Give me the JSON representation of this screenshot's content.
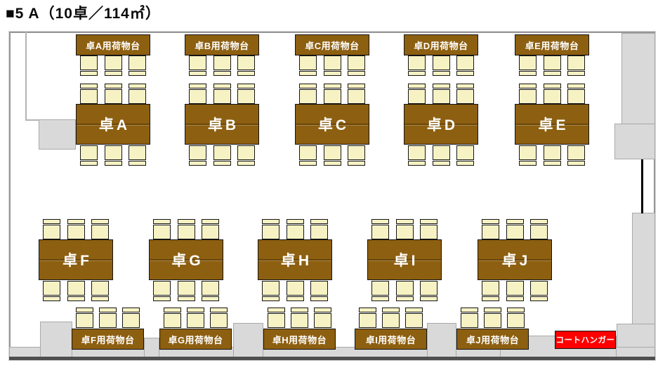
{
  "title": "■5 A（10卓／114㎡）",
  "groups": [
    {
      "id": "A",
      "table_label": "卓A",
      "stand_label": "卓A用荷物台"
    },
    {
      "id": "B",
      "table_label": "卓B",
      "stand_label": "卓B用荷物台"
    },
    {
      "id": "C",
      "table_label": "卓C",
      "stand_label": "卓C用荷物台"
    },
    {
      "id": "D",
      "table_label": "卓D",
      "stand_label": "卓D用荷物台"
    },
    {
      "id": "E",
      "table_label": "卓E",
      "stand_label": "卓E用荷物台"
    },
    {
      "id": "F",
      "table_label": "卓F",
      "stand_label": "卓F用荷物台"
    },
    {
      "id": "G",
      "table_label": "卓G",
      "stand_label": "卓G用荷物台"
    },
    {
      "id": "H",
      "table_label": "卓H",
      "stand_label": "卓H用荷物台"
    },
    {
      "id": "I",
      "table_label": "卓I",
      "stand_label": "卓I用荷物台"
    },
    {
      "id": "J",
      "table_label": "卓J",
      "stand_label": "卓J用荷物台"
    }
  ],
  "coat_hanger_label": "コートハンガー",
  "colors": {
    "furniture_brown": "#8D5F10",
    "seat_cream": "#F7F2C3",
    "floor_gray": "#D9D9D9",
    "coat_hanger_bg": "#FF0000"
  }
}
